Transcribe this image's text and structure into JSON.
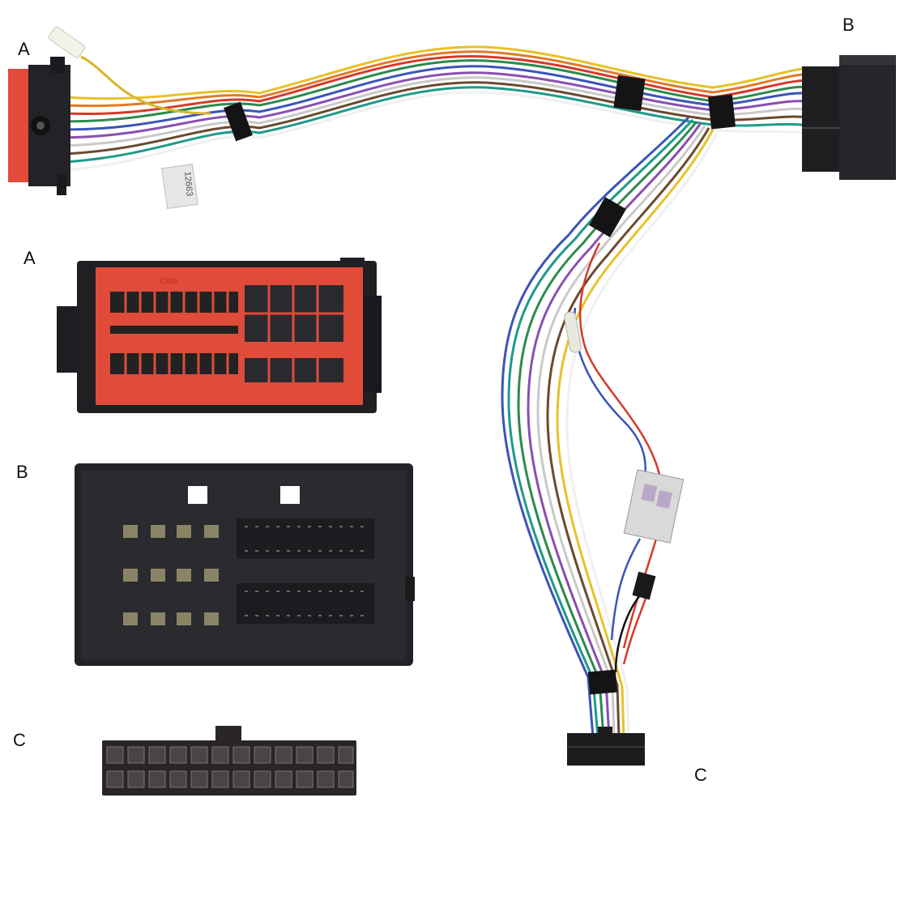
{
  "labels": {
    "harness_a": "A",
    "harness_b": "B",
    "harness_c": "C",
    "detail_a": "A",
    "detail_b": "B",
    "detail_c": "C"
  },
  "tag_text": "12663",
  "connector_a_mark": "CWB",
  "colors": {
    "connector_dark": "#1c1c20",
    "connector_red": "#e04b3a",
    "tape": "#141414"
  }
}
